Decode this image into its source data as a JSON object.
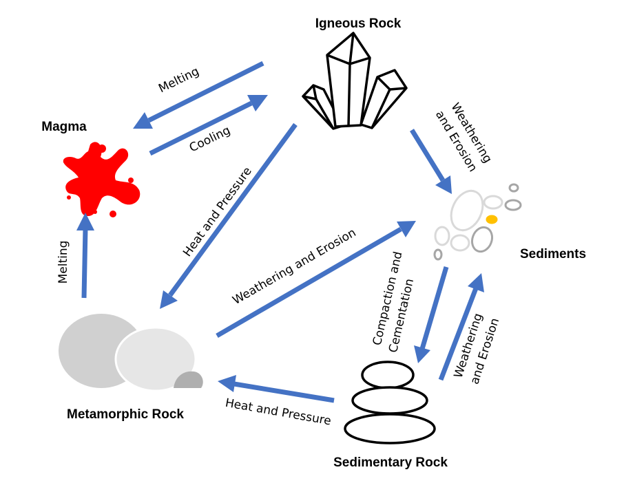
{
  "nodes": {
    "igneous": "Igneous Rock",
    "magma": "Magma",
    "sediments": "Sediments",
    "metamorphic": "Metamorphic Rock",
    "sedimentary": "Sedimentary Rock"
  },
  "arrows": {
    "igneous_to_magma": "Melting",
    "magma_to_igneous": "Cooling",
    "igneous_to_metamorphic": "Heat and Pressure",
    "igneous_to_sediments_1": "Weathering",
    "igneous_to_sediments_2": "and Erosion",
    "metamorphic_to_magma": "Melting",
    "metamorphic_to_sediments": "Weathering and Erosion",
    "sediments_to_sedimentary_1": "Compaction and",
    "sediments_to_sedimentary_2": "Cementation",
    "sedimentary_to_sediments_1": "Weathering",
    "sedimentary_to_sediments_2": "and Erosion",
    "sedimentary_to_metamorphic": "Heat and Pressure"
  },
  "colors": {
    "arrow": "#4472C4",
    "magma": "#FF0000",
    "sediment_highlight": "#FFC000"
  }
}
